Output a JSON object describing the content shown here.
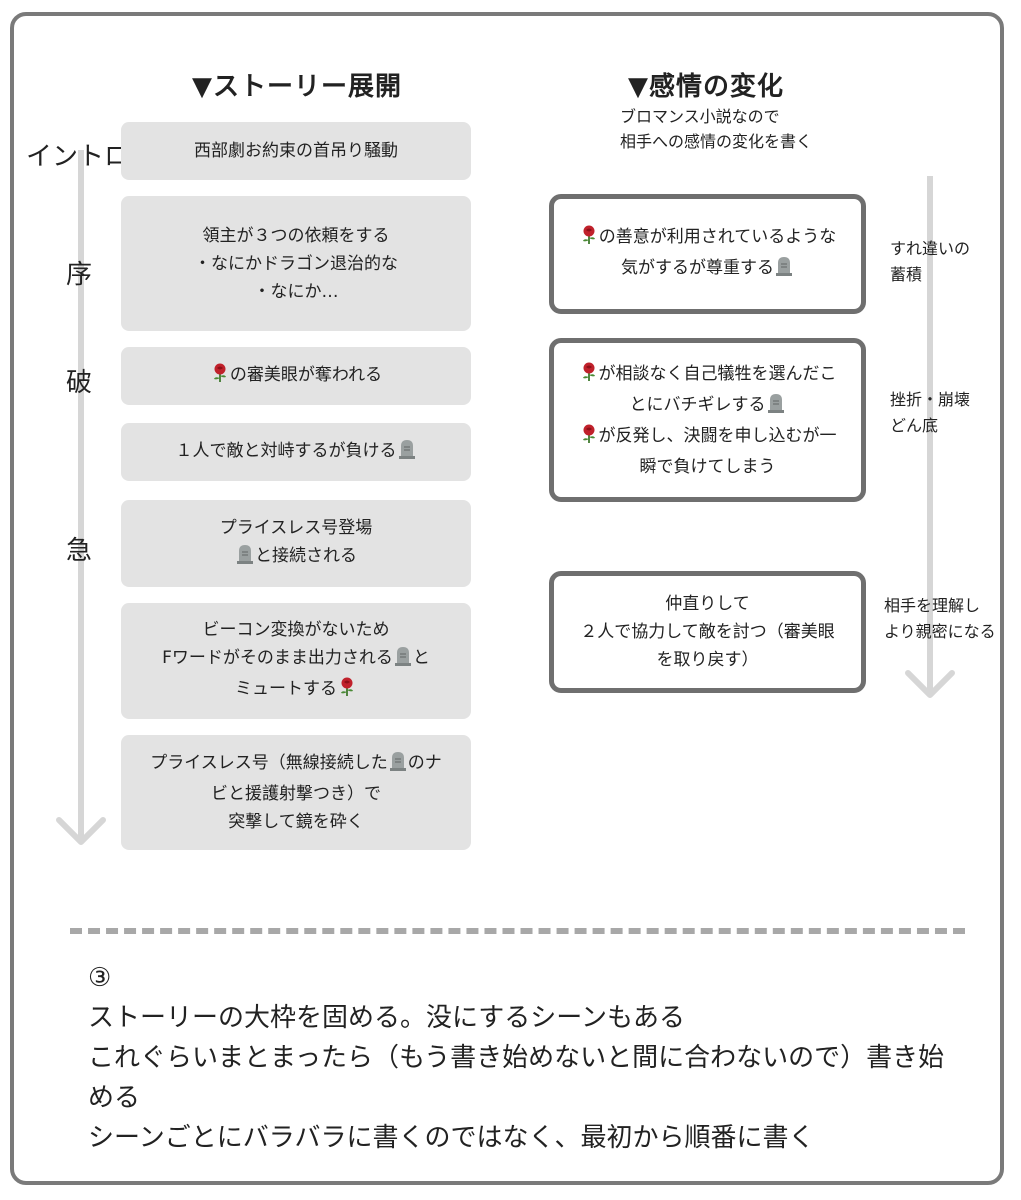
{
  "left": {
    "heading": "▼ストーリー展開",
    "stages": [
      "イントロ",
      "序",
      "破",
      "急"
    ],
    "boxes": [
      [
        "西部劇お約束の首吊り騒動"
      ],
      [
        "領主が３つの依頼をする",
        "・なにかドラゴン退治的な",
        "・なにか…"
      ],
      [
        "{r}の審美眼が奪われる"
      ],
      [
        "１人で敵と対峙するが負ける{t}"
      ],
      [
        "プライスレス号登場",
        "{t}と接続される"
      ],
      [
        "ビーコン変換がないため",
        "Fワードがそのまま出力される{t}と",
        "ミュートする{r}"
      ],
      [
        "プライスレス号（無線接続した{t}のナ",
        "ビと援護射撃つき）で",
        "突撃して鏡を砕く"
      ]
    ]
  },
  "right": {
    "heading": "▼感情の変化",
    "subtitle": [
      "ブロマンス小説なので",
      "相手への感情の変化を書く"
    ],
    "boxes": [
      [
        "{r}の善意が利用されているような",
        "気がするが尊重する{t}"
      ],
      [
        "{r}が相談なく自己犠牲を選んだこ",
        "とにバチギレする{t}",
        "{r}が反発し、決闘を申し込むが一",
        "瞬で負けてしまう"
      ],
      [
        "仲直りして",
        "２人で協力して敵を討つ（審美眼",
        "を取り戻す）"
      ]
    ],
    "side_labels": [
      [
        "すれ違いの",
        "蓄積"
      ],
      [
        "挫折・崩壊",
        "どん底"
      ],
      [
        "相手を理解し",
        "より親密になる"
      ]
    ]
  },
  "notes": {
    "number": "③",
    "lines": [
      "ストーリーの大枠を固める。没にするシーンもある",
      "これぐらいまとまったら（もう書き始めないと間に合わないので）書き始",
      "める",
      "シーンごとにバラバラに書くのではなく、最初から順番に書く"
    ]
  },
  "icons": {
    "r": "rose-icon",
    "t": "tombstone-icon"
  },
  "colors": {
    "frame": "#7a7a7a",
    "box_fill": "#e3e3e3",
    "box_border": "#6f6f6f",
    "arrow": "#d6d6d6",
    "rose": "#c0212b",
    "tombstone": "#9aa0a0"
  }
}
